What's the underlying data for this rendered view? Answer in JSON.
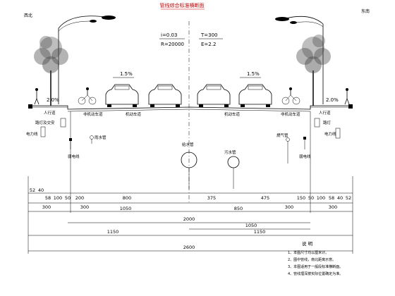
{
  "title": "管线综合标准横断面",
  "west_label": "西北",
  "east_label": "东南",
  "curve_params": {
    "i_value": "i=0.03",
    "r_value": "R=20000",
    "t_value": "T=300",
    "e_value": "E=2.2"
  },
  "slopes": {
    "left_road": "1.5%",
    "right_road": "1.5%",
    "left_walk": "2.0%",
    "right_walk": "2.0%"
  },
  "lane_labels": {
    "left_sidewalk": "人行道",
    "left_bike": "非机动车道",
    "left_motor": "机动车道",
    "right_motor": "机动车道",
    "right_bike": "非机动车道",
    "right_sidewalk": "人行道"
  },
  "pipes": {
    "left_lighting": "路灯及交安",
    "left_power": "电力线",
    "left_comm": "弱电线",
    "left_rain": "雨水管",
    "center_water": "给水管",
    "sewage": "污水管",
    "gas": "燃气管",
    "right_comm": "弱电线",
    "right_lighting": "路灯",
    "right_power": "电力线"
  },
  "dims_row1": [
    "52",
    "40",
    "58",
    "100",
    "50",
    "200",
    "800",
    "375",
    "475",
    "150",
    "50",
    "100",
    "58",
    "40",
    "52"
  ],
  "dims_row2": [
    "300",
    "300",
    "300",
    "300"
  ],
  "dims_row3": [
    "1050",
    "850"
  ],
  "dims_row4": [
    "2000"
  ],
  "dims_row5": [
    "1050"
  ],
  "dims_row6": [
    "1150",
    "1150"
  ],
  "dims_total": "2600",
  "notes_title": "说 明",
  "notes": [
    "1、本图尺寸均以厘米计。",
    "2、图中管线，南北距离示意。",
    "3、本图适用于一般段标准横断面。",
    "4、管线埋深按实际位置确定为准。"
  ]
}
